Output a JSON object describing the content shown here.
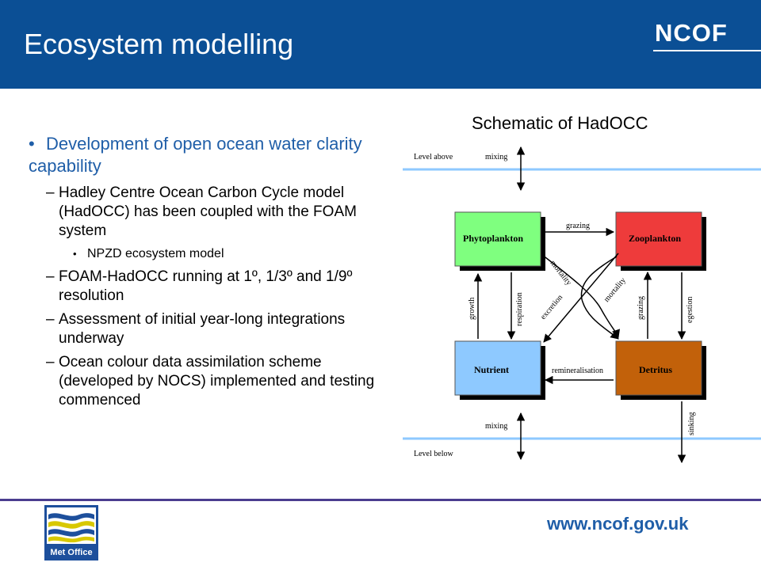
{
  "header": {
    "title": "Ecosystem modelling",
    "brand": "NCOF"
  },
  "content": {
    "main_bullet": "Development of open ocean water clarity capability",
    "items": [
      {
        "text": "Hadley Centre Ocean Carbon Cycle model (HadOCC) has been coupled with the FOAM system"
      },
      {
        "text": "FOAM-HadOCC running at 1º, 1/3º and 1/9º resolution"
      },
      {
        "text": "Assessment of initial year-long integrations underway"
      },
      {
        "text": "Ocean colour data assimilation scheme (developed by NOCS) implemented and testing commenced"
      }
    ],
    "sub_item": "NPZD ecosystem model"
  },
  "schematic": {
    "title": "Schematic of HadOCC",
    "level_above": "Level above",
    "level_below": "Level below",
    "boxes": {
      "phytoplankton": "Phytoplankton",
      "zooplankton": "Zooplankton",
      "nutrient": "Nutrient",
      "detritus": "Detritus"
    },
    "flows": {
      "mixing_top": "mixing",
      "mixing_bottom": "mixing",
      "grazing_top": "grazing",
      "grazing_side": "grazing",
      "growth": "growth",
      "respiration": "respiration",
      "mortality_p": "mortality",
      "mortality_z": "mortality",
      "excretion": "excretion",
      "egestion": "egestion",
      "remineralisation": "remineralisation",
      "sinking": "sinking"
    },
    "colors": {
      "phytoplankton": "#7fff7f",
      "zooplankton": "#ee3b3b",
      "nutrient": "#8ec9ff",
      "detritus": "#c2610a",
      "level_line": "#8ec9ff"
    }
  },
  "footer": {
    "logo_text": "Met Office",
    "url": "www.ncof.gov.uk"
  }
}
